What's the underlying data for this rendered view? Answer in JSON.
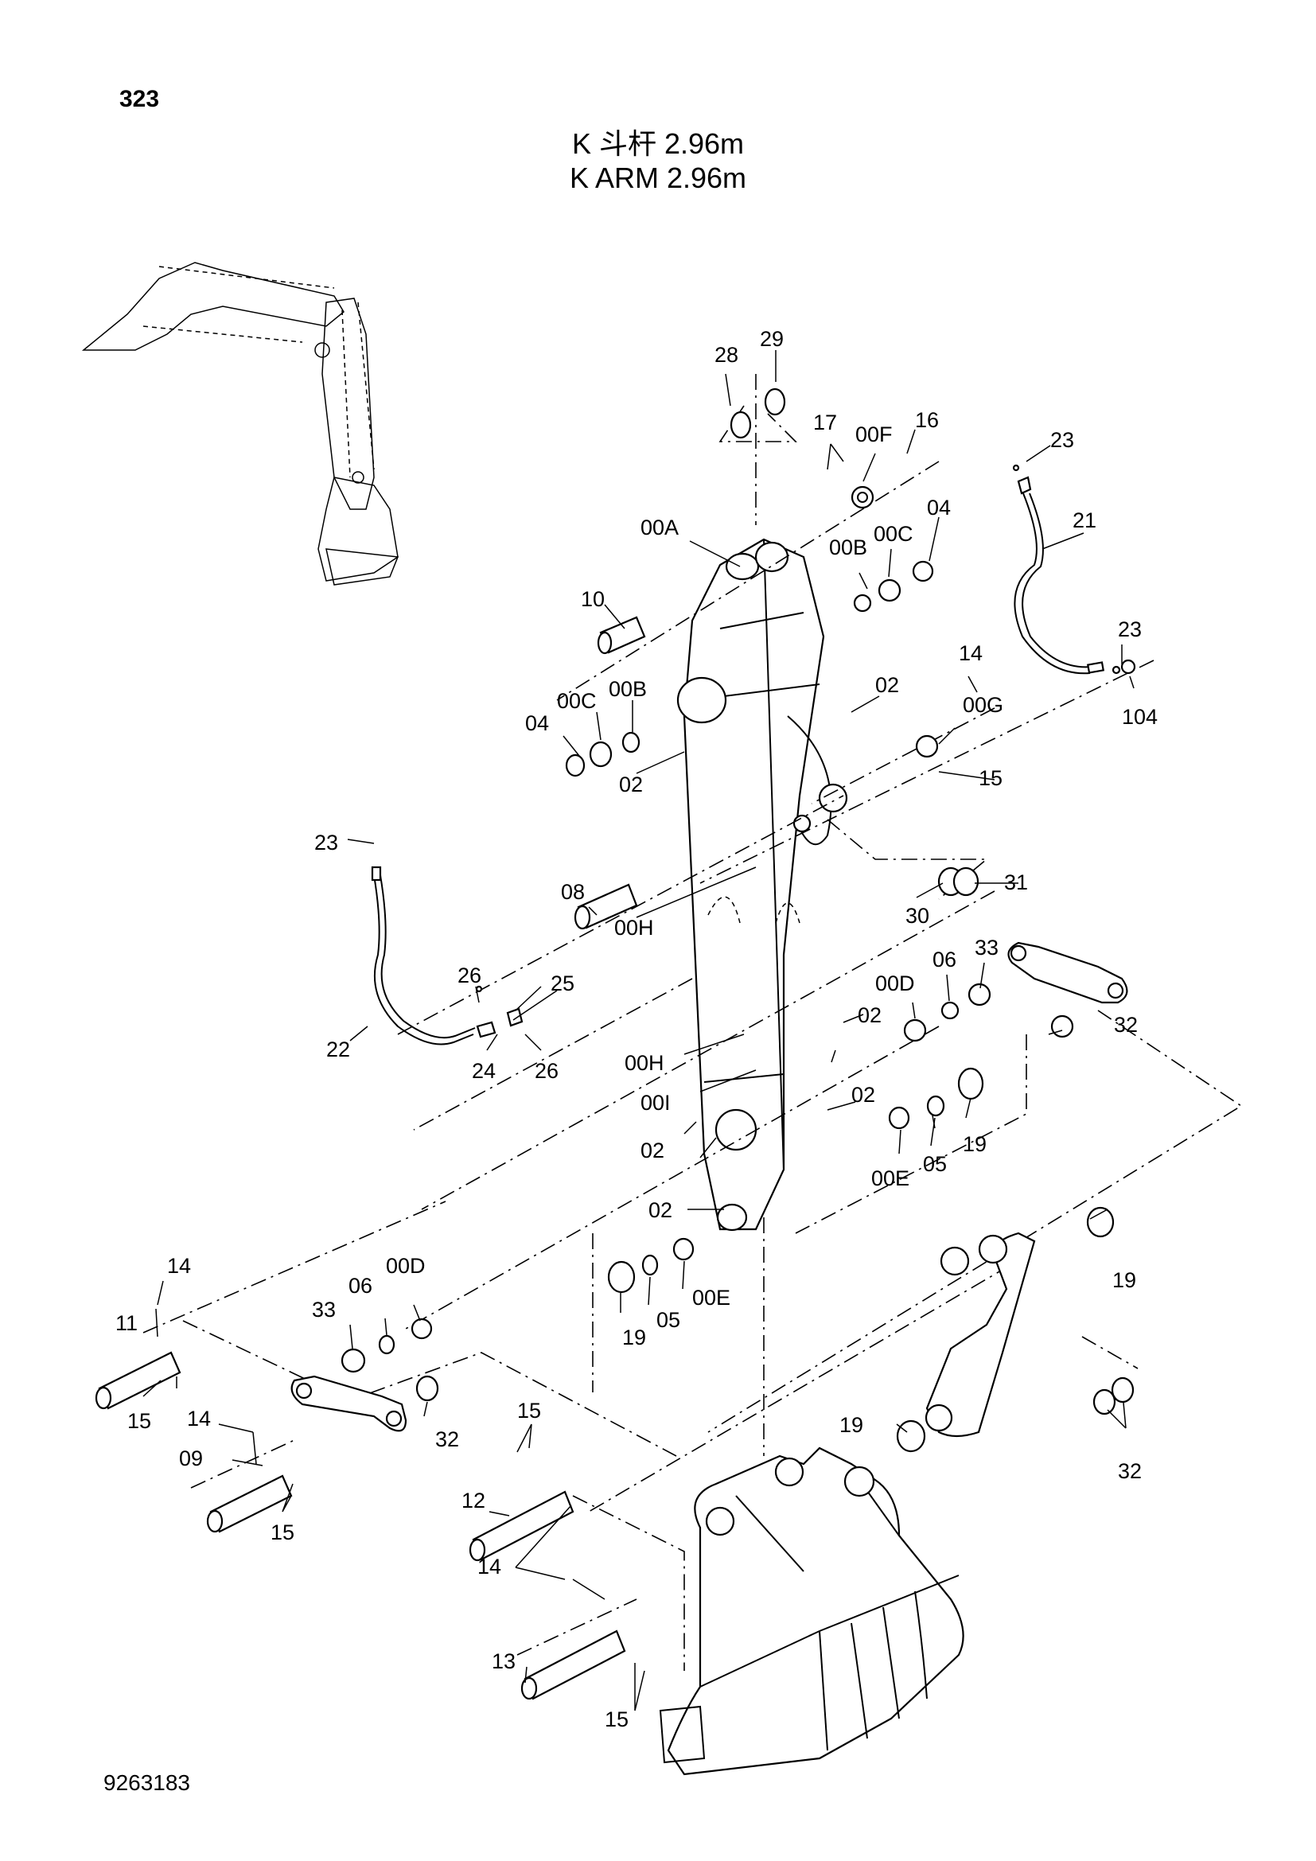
{
  "page_number": "323",
  "title_cn": "K 斗杆 2.96m",
  "title_en": "K ARM 2.96m",
  "drawing_number": "9263183",
  "callouts": [
    {
      "id": "c28a",
      "text": "28"
    },
    {
      "id": "c29a",
      "text": "29"
    },
    {
      "id": "c17a",
      "text": "17"
    },
    {
      "id": "c00Fa",
      "text": "00F"
    },
    {
      "id": "c16a",
      "text": "16"
    },
    {
      "id": "c23a",
      "text": "23"
    },
    {
      "id": "c21a",
      "text": "21"
    },
    {
      "id": "c00Aa",
      "text": "00A"
    },
    {
      "id": "c00Ba",
      "text": "00B"
    },
    {
      "id": "c00Ca",
      "text": "00C"
    },
    {
      "id": "c04a",
      "text": "04"
    },
    {
      "id": "c10a",
      "text": "10"
    },
    {
      "id": "c23b",
      "text": "23"
    },
    {
      "id": "c14a",
      "text": "14"
    },
    {
      "id": "c02a",
      "text": "02"
    },
    {
      "id": "c00Ga",
      "text": "00G"
    },
    {
      "id": "c104a",
      "text": "104"
    },
    {
      "id": "c00Cb",
      "text": "00C"
    },
    {
      "id": "c00Bb",
      "text": "00B"
    },
    {
      "id": "c04b",
      "text": "04"
    },
    {
      "id": "c02b",
      "text": "02"
    },
    {
      "id": "c15a",
      "text": "15"
    },
    {
      "id": "c23c",
      "text": "23"
    },
    {
      "id": "c31a",
      "text": "31"
    },
    {
      "id": "c08a",
      "text": "08"
    },
    {
      "id": "c30a",
      "text": "30"
    },
    {
      "id": "c00Ha",
      "text": "00H"
    },
    {
      "id": "c33a",
      "text": "33"
    },
    {
      "id": "c06a",
      "text": "06"
    },
    {
      "id": "c00Da",
      "text": "00D"
    },
    {
      "id": "c26a",
      "text": "26"
    },
    {
      "id": "c25a",
      "text": "25"
    },
    {
      "id": "c02c",
      "text": "02"
    },
    {
      "id": "c32a",
      "text": "32"
    },
    {
      "id": "c22a",
      "text": "22"
    },
    {
      "id": "c24a",
      "text": "24"
    },
    {
      "id": "c26b",
      "text": "26"
    },
    {
      "id": "c00Hb",
      "text": "00H"
    },
    {
      "id": "c00Ia",
      "text": "00I"
    },
    {
      "id": "c02d",
      "text": "02"
    },
    {
      "id": "c02e",
      "text": "02"
    },
    {
      "id": "c19a",
      "text": "19"
    },
    {
      "id": "c05a",
      "text": "05"
    },
    {
      "id": "c00Ea",
      "text": "00E"
    },
    {
      "id": "c02f",
      "text": "02"
    },
    {
      "id": "c14b",
      "text": "14"
    },
    {
      "id": "c33b",
      "text": "33"
    },
    {
      "id": "c06b",
      "text": "06"
    },
    {
      "id": "c00Db",
      "text": "00D"
    },
    {
      "id": "c11a",
      "text": "11"
    },
    {
      "id": "c19b",
      "text": "19"
    },
    {
      "id": "c05b",
      "text": "05"
    },
    {
      "id": "c00Eb",
      "text": "00E"
    },
    {
      "id": "c19c",
      "text": "19"
    },
    {
      "id": "c15b",
      "text": "15"
    },
    {
      "id": "c14c",
      "text": "14"
    },
    {
      "id": "c32b",
      "text": "32"
    },
    {
      "id": "c15c",
      "text": "15"
    },
    {
      "id": "c09a",
      "text": "09"
    },
    {
      "id": "c19d",
      "text": "19"
    },
    {
      "id": "c32c",
      "text": "32"
    },
    {
      "id": "c15d",
      "text": "15"
    },
    {
      "id": "c12a",
      "text": "12"
    },
    {
      "id": "c14d",
      "text": "14"
    },
    {
      "id": "c13a",
      "text": "13"
    },
    {
      "id": "c15e",
      "text": "15"
    }
  ]
}
